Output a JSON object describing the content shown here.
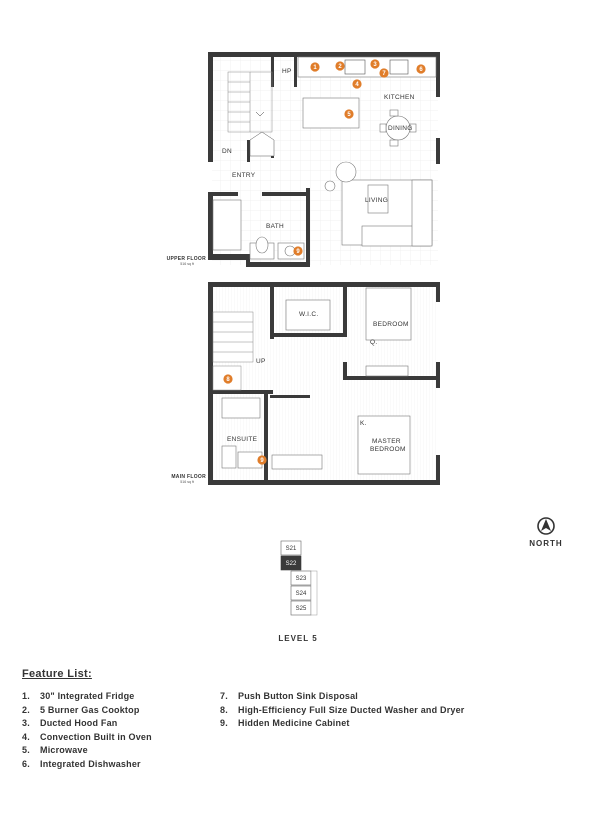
{
  "upper_floor": {
    "label": "UPPER FLOOR",
    "area": "516 sq ft",
    "rooms": {
      "hp": "HP",
      "kitchen": "KITCHEN",
      "dining": "DINING",
      "dn": "DN",
      "entry": "ENTRY",
      "living": "LIVING",
      "bath": "BATH"
    },
    "badges": [
      "1",
      "2",
      "3",
      "4",
      "5",
      "6",
      "7",
      "9"
    ]
  },
  "main_floor": {
    "label": "MAIN FLOOR",
    "area": "516 sq ft",
    "rooms": {
      "wic": "W.I.C.",
      "bedroom": "BEDROOM",
      "q": "Q.",
      "up": "UP",
      "ensuite": "ENSUITE",
      "k": "K.",
      "master_1": "MASTER",
      "master_2": "BEDROOM"
    },
    "badges": [
      "8",
      "9"
    ]
  },
  "compass": {
    "label": "NORTH",
    "icon": "north-arrow-icon"
  },
  "key_plan": {
    "units": [
      "S21",
      "S22",
      "S23",
      "S24",
      "S25"
    ],
    "selected": "S22",
    "level": "LEVEL 5"
  },
  "colors": {
    "wall": "#3a3a3a",
    "badge": "#e07d2a",
    "selected_unit": "#3a3a3a"
  },
  "features": {
    "title": "Feature List:",
    "items": [
      {
        "num": "1.",
        "text": "30\" Integrated Fridge"
      },
      {
        "num": "2.",
        "text": "5 Burner Gas Cooktop"
      },
      {
        "num": "3.",
        "text": "Ducted Hood Fan"
      },
      {
        "num": "4.",
        "text": "Convection Built in Oven"
      },
      {
        "num": "5.",
        "text": "Microwave"
      },
      {
        "num": "6.",
        "text": "Integrated Dishwasher"
      },
      {
        "num": "7.",
        "text": "Push Button Sink Disposal"
      },
      {
        "num": "8.",
        "text": "High-Efficiency Full Size Ducted Washer and Dryer"
      },
      {
        "num": "9.",
        "text": "Hidden Medicine Cabinet"
      }
    ]
  }
}
